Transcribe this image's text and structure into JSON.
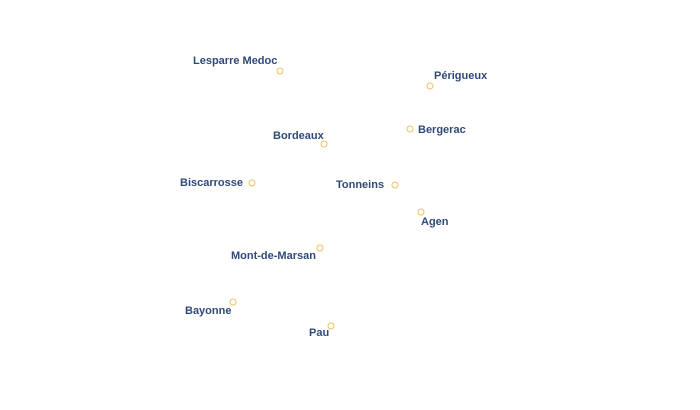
{
  "map": {
    "marker_color": "#f0c060",
    "label_color": "#2f4a7a",
    "cities": [
      {
        "name": "Lesparre Medoc"
      },
      {
        "name": "Périgueux"
      },
      {
        "name": "Bordeaux"
      },
      {
        "name": "Bergerac"
      },
      {
        "name": "Biscarrosse"
      },
      {
        "name": "Tonneins"
      },
      {
        "name": "Agen"
      },
      {
        "name": "Mont-de-Marsan"
      },
      {
        "name": "Bayonne"
      },
      {
        "name": "Pau"
      }
    ]
  }
}
